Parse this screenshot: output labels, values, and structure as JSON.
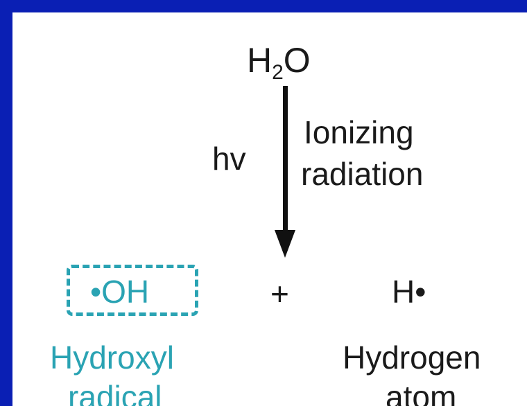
{
  "reactant": {
    "base": "H",
    "subscript": "2",
    "tail": "O"
  },
  "arrow": {
    "left_label": "hv",
    "right_label_line1": "Ionizing",
    "right_label_line2": "radiation"
  },
  "products": {
    "radical_formula": "•OH",
    "plus": "+",
    "atom_formula": "H•",
    "radical_name_line1": "Hydroxyl",
    "radical_name_line2": "radical",
    "atom_name_line1": "Hydrogen",
    "atom_name_line2": "atom"
  },
  "colors": {
    "border_blue": "#0a1fb4",
    "radical_teal": "#2aa3b3",
    "text_dark": "#1a1a1a"
  }
}
